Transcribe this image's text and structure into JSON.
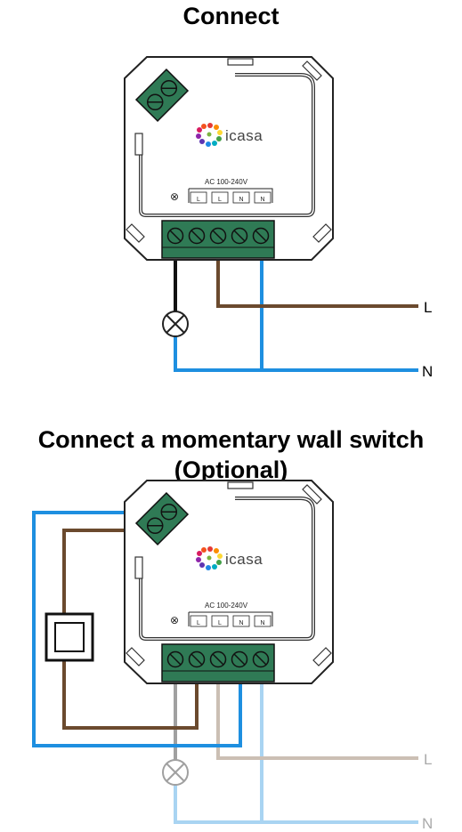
{
  "headings": {
    "connect": "Connect",
    "switch_line1": "Connect a momentary wall switch",
    "switch_line2": "(Optional)"
  },
  "module": {
    "brand": "icasa",
    "voltage": "AC 100-240V",
    "terminals": [
      "L",
      "L",
      "N",
      "N"
    ],
    "earth_symbol": "⊗"
  },
  "lines": {
    "live": "L",
    "neutral": "N"
  },
  "colors": {
    "live_wire": "#6b4a2e",
    "neutral_wire": "#1e8fe0",
    "lamp_wire": "#111111",
    "switch_wire": "#1e8fe0",
    "live_faded": "#cbbfb4",
    "neutral_faded": "#a9d4f2",
    "lamp_faded": "#a0a0a0",
    "terminal_block": "#2f7a55"
  }
}
